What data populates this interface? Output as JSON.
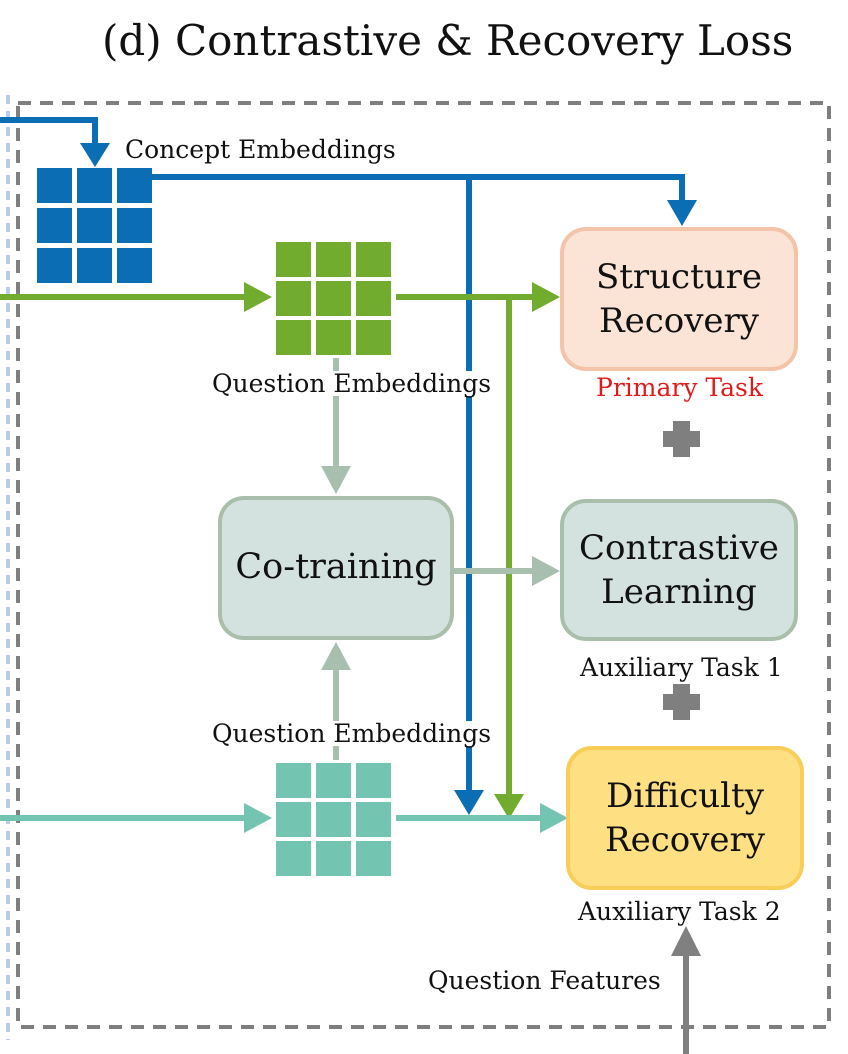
{
  "title": "(d) Contrastive & Recovery Loss",
  "labels": {
    "concept_embeddings": "Concept Embeddings",
    "question_embeddings_top": "Question Embeddings",
    "question_embeddings_bottom": "Question Embeddings",
    "question_features": "Question Features"
  },
  "boxes": {
    "cotraining": "Co-training",
    "structure_recovery": "Structure\nRecovery",
    "contrastive_learning": "Contrastive\nLearning",
    "difficulty_recovery": "Difficulty\nRecovery"
  },
  "tasks": {
    "primary": "Primary Task",
    "auxiliary_1": "Auxiliary Task 1",
    "auxiliary_2": "Auxiliary Task 2"
  },
  "icons": [
    "plus-icon",
    "plus-icon"
  ],
  "colors": {
    "concept_blue": "#0b6db3",
    "question_green": "#72ac2f",
    "question_teal": "#74c4b2",
    "cotraining_gray": "#a9bfae",
    "features_gray": "#808080",
    "primary_task_red": "#e01b1b",
    "structure_fill": "#fbe3d6",
    "structure_border": "#f3c4a8",
    "contrastive_fill": "#d3e2de",
    "contrastive_border": "#aabfab",
    "difficulty_fill": "#fee083",
    "difficulty_border": "#f8ce58",
    "plus_gray": "#7f7f7f",
    "dashed_border": "#7f7f7f",
    "left_dashed": "#b7cde8"
  }
}
